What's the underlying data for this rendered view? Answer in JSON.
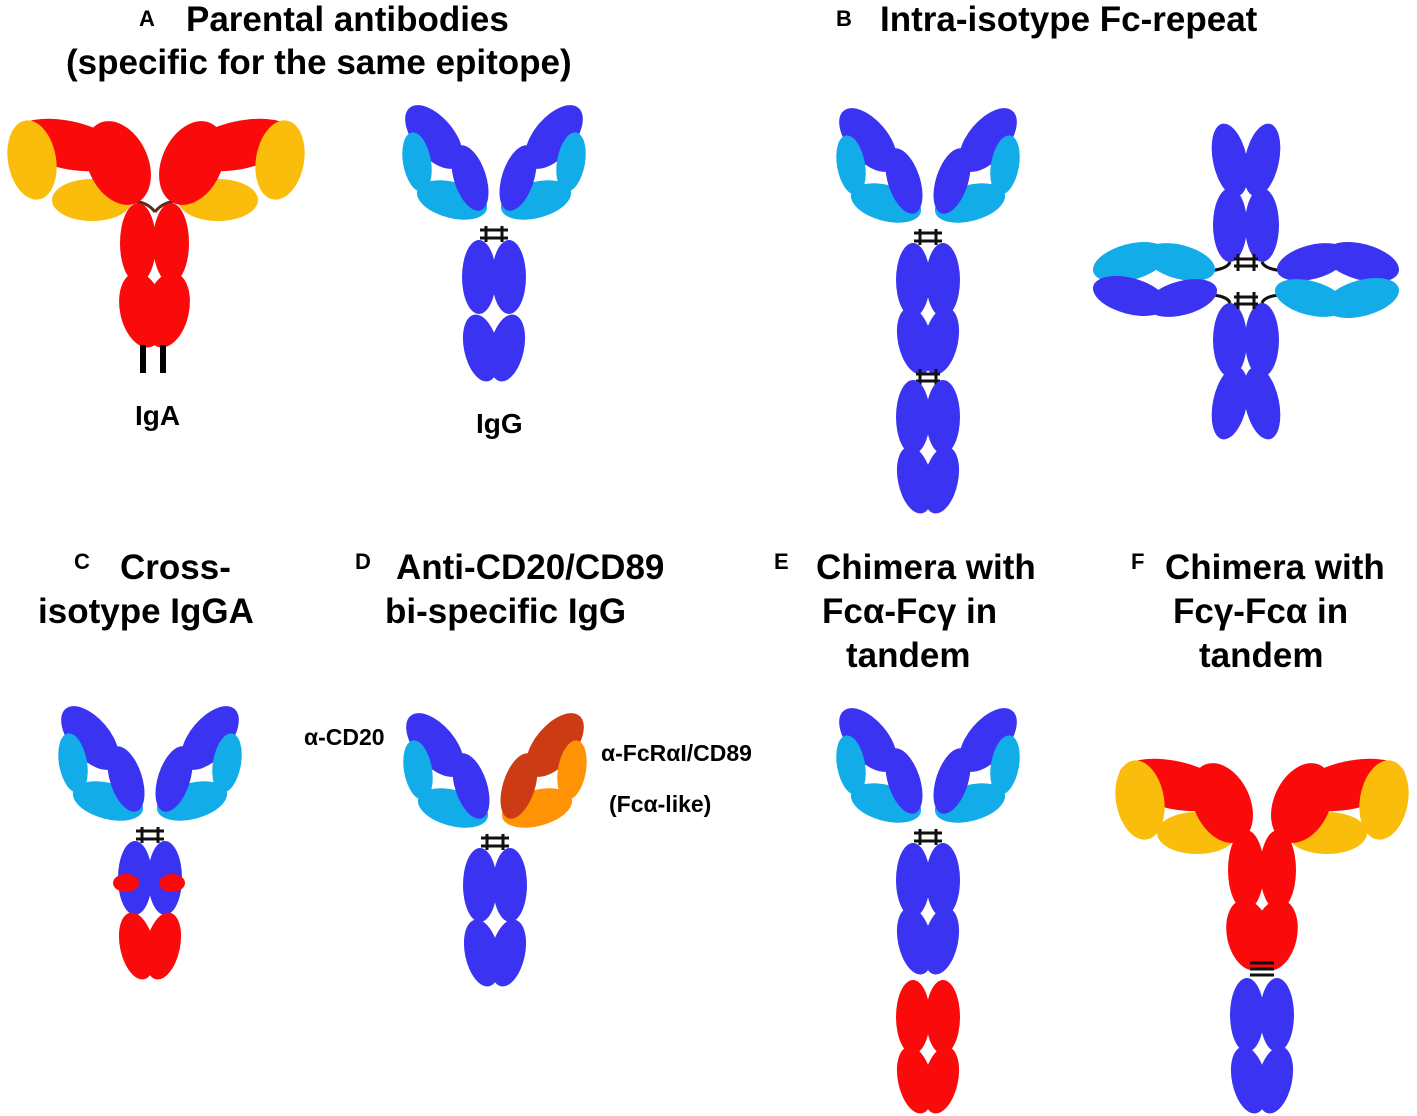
{
  "panels": {
    "A": {
      "letter": "A",
      "title_line1": "Parental antibodies",
      "title_line2": "(specific for the same epitope)",
      "labels": {
        "iga": "IgA",
        "igg": "IgG"
      }
    },
    "B": {
      "letter": "B",
      "title": "Intra-isotype Fc-repeat"
    },
    "C": {
      "letter": "C",
      "title_line1": "Cross-",
      "title_line2": "isotype IgGA"
    },
    "D": {
      "letter": "D",
      "title_line1": "Anti-CD20/CD89",
      "title_line2": "bi-specific IgG",
      "labels": {
        "left_arm": "α-CD20",
        "right_arm": "α-FcRαI/CD89",
        "right_arm_note": "(Fcα-like)"
      }
    },
    "E": {
      "letter": "E",
      "title_line1": "Chimera with",
      "title_line2": "Fcα-Fcγ in",
      "title_line3": "tandem"
    },
    "F": {
      "letter": "F",
      "title_line1": "Chimera with",
      "title_line2": "Fcγ-Fcα in",
      "title_line3": "tandem"
    }
  },
  "colors": {
    "igg_heavy": "#3b33f2",
    "igg_light": "#12ace9",
    "iga_heavy": "#fa0a0a",
    "iga_light": "#fbbd0b",
    "cd89_heavy": "#cd3b14",
    "cd89_light": "#ff9305"
  }
}
